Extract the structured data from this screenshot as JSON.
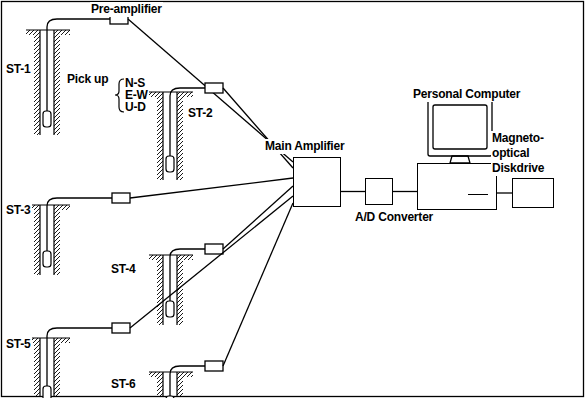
{
  "diagram": {
    "nodes": [
      {
        "text": [
          "Main Amplifier"
        ]
      },
      {
        "text": [
          "A/D Converter"
        ]
      },
      {
        "text": [
          "Personal Computer"
        ]
      },
      {
        "text": [
          "Magneto-optical Diskdrive"
        ]
      }
    ],
    "edges": [
      {
        "from": 0,
        "to": 1,
        "arrow": "none"
      },
      {
        "from": 1,
        "to": 2,
        "arrow": "none"
      },
      {
        "from": 2,
        "to": 3,
        "arrow": "none"
      }
    ],
    "labels": [
      "Pre-amplifier",
      "ST-1",
      "Pick up",
      "N-S",
      "E-W",
      "U-D",
      "ST-2",
      "ST-3",
      "ST-4",
      "ST-5",
      "ST-6"
    ]
  }
}
